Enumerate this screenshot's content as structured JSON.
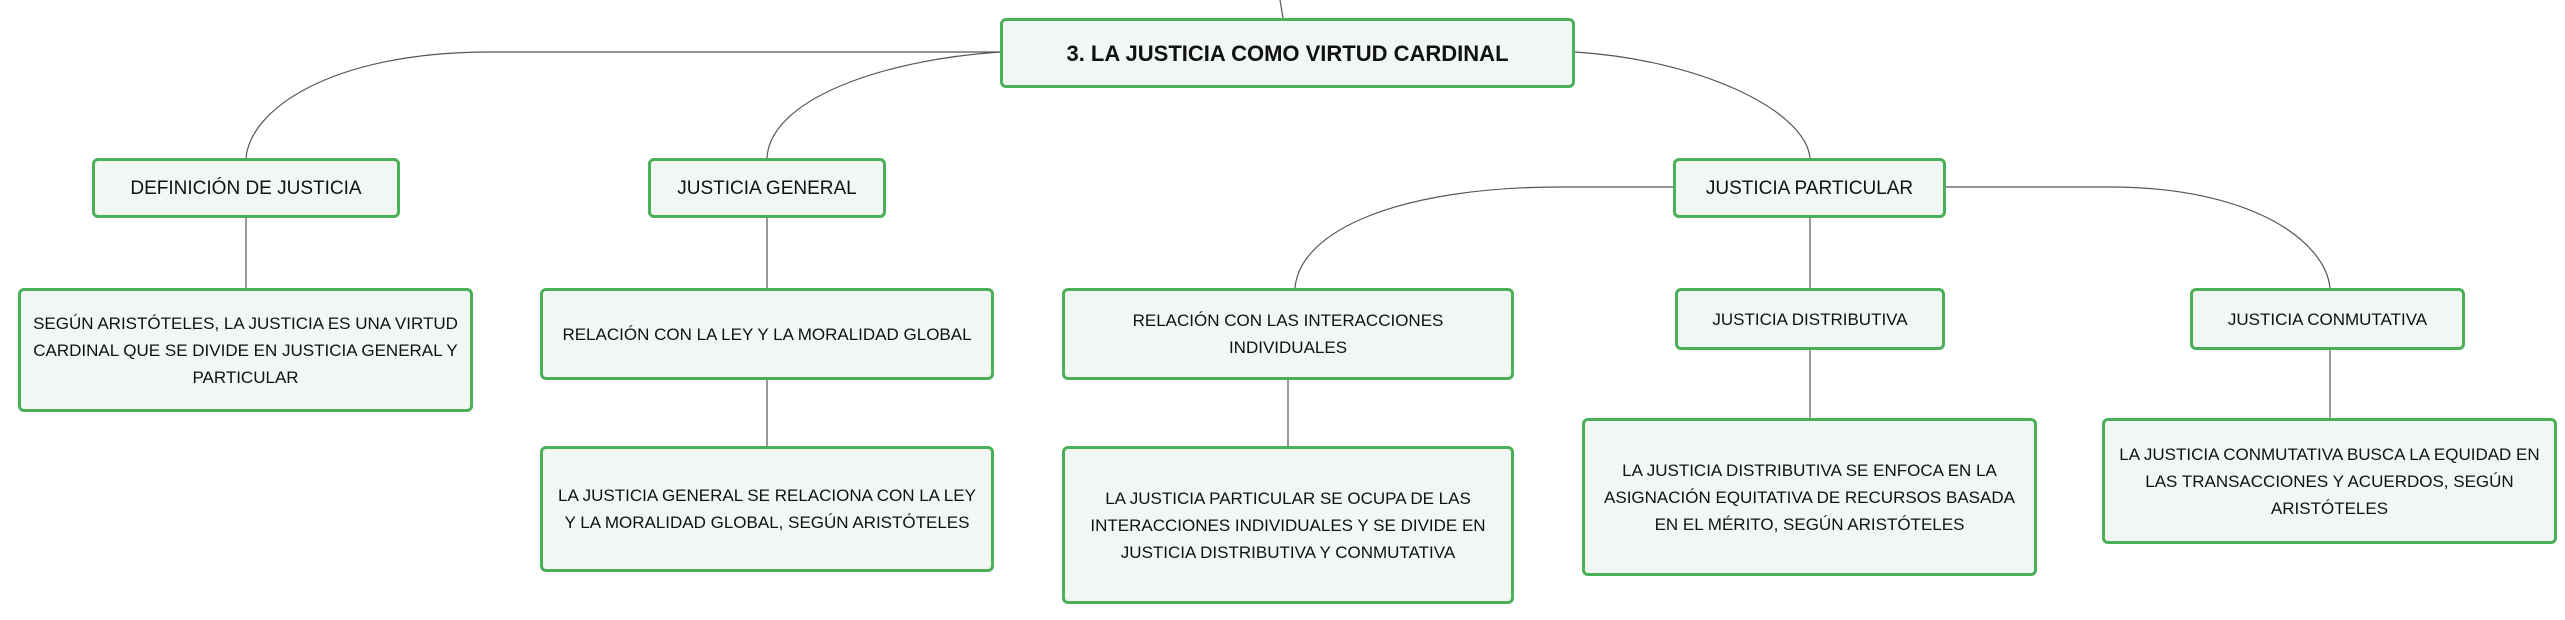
{
  "map": {
    "root": {
      "label": "3. LA JUSTICIA COMO VIRTUD CARDINAL"
    },
    "definicion": {
      "label": "DEFINICIÓN DE JUSTICIA",
      "detail": "SEGÚN ARISTÓTELES, LA JUSTICIA ES UNA VIRTUD CARDINAL QUE SE DIVIDE EN JUSTICIA GENERAL Y PARTICULAR"
    },
    "general": {
      "label": "JUSTICIA GENERAL",
      "sub": "RELACIÓN CON LA LEY Y LA MORALIDAD GLOBAL",
      "detail": "LA JUSTICIA GENERAL SE RELACIONA CON LA LEY Y LA MORALIDAD GLOBAL, SEGÚN ARISTÓTELES"
    },
    "particular": {
      "label": "JUSTICIA PARTICULAR",
      "sub": "RELACIÓN CON LAS INTERACCIONES INDIVIDUALES",
      "detail": "LA JUSTICIA PARTICULAR SE OCUPA DE LAS INTERACCIONES INDIVIDUALES Y SE DIVIDE EN JUSTICIA DISTRIBUTIVA Y CONMUTATIVA"
    },
    "distributiva": {
      "label": "JUSTICIA DISTRIBUTIVA",
      "detail": "LA JUSTICIA DISTRIBUTIVA SE ENFOCA EN LA ASIGNACIÓN EQUITATIVA DE RECURSOS BASADA EN EL MÉRITO, SEGÚN ARISTÓTELES"
    },
    "conmutativa": {
      "label": "JUSTICIA CONMUTATIVA",
      "detail": "LA JUSTICIA CONMUTATIVA BUSCA LA EQUIDAD EN LAS TRANSACCIONES Y ACUERDOS, SEGÚN ARISTÓTELES"
    }
  },
  "colors": {
    "node_border": "#4caf5a",
    "node_fill": "#f1f7f3",
    "connector": "#555555"
  }
}
